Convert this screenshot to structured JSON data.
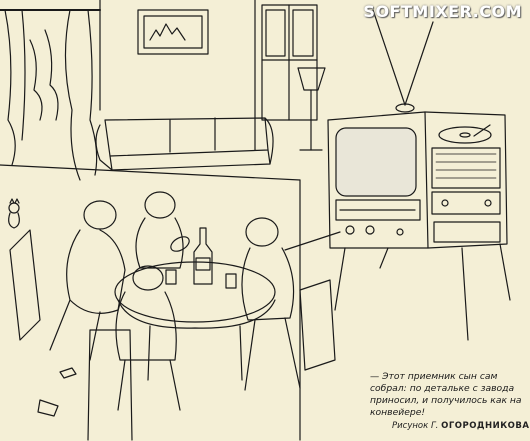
{
  "watermark": "SOFTMIXER.COM",
  "caption": "— Этот приемник сын сам собрал: по детальке с завода приносил, и получилось как на конвейере!",
  "credit": {
    "prefix": "Рисунок Г.",
    "author": "ОГОРОДНИКОВА"
  },
  "colors": {
    "paper": "#f4efd6",
    "ink": "#1a1a1a",
    "tv_screen": "#e9e6d8"
  },
  "icons": [
    "tv-antenna-icon",
    "record-player-icon",
    "cat-icon",
    "bottle-icon",
    "lamp-icon"
  ]
}
